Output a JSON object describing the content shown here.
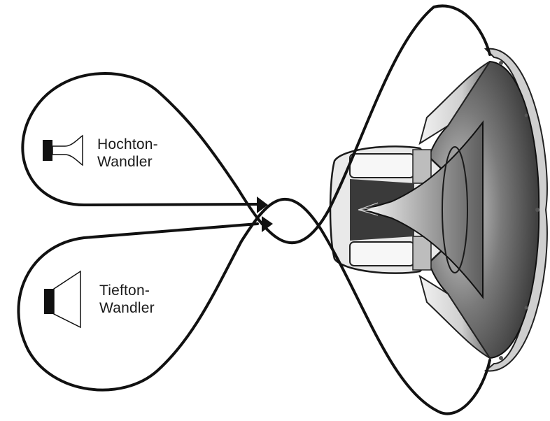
{
  "tweeter": {
    "line1": "Hochton-",
    "line2": "Wandler"
  },
  "woofer": {
    "line1": "Tiefton-",
    "line2": "Wandler"
  },
  "colors": {
    "ink": "#111111",
    "paper": "#ffffff",
    "speaker_dark": "#2a2a2a",
    "speaker_mid": "#8a8a8a",
    "speaker_light": "#e6e6e6"
  },
  "icons": [
    "tweeter-horn-icon",
    "woofer-cone-icon",
    "coaxial-speaker-illustration",
    "arrow-head-icon"
  ]
}
